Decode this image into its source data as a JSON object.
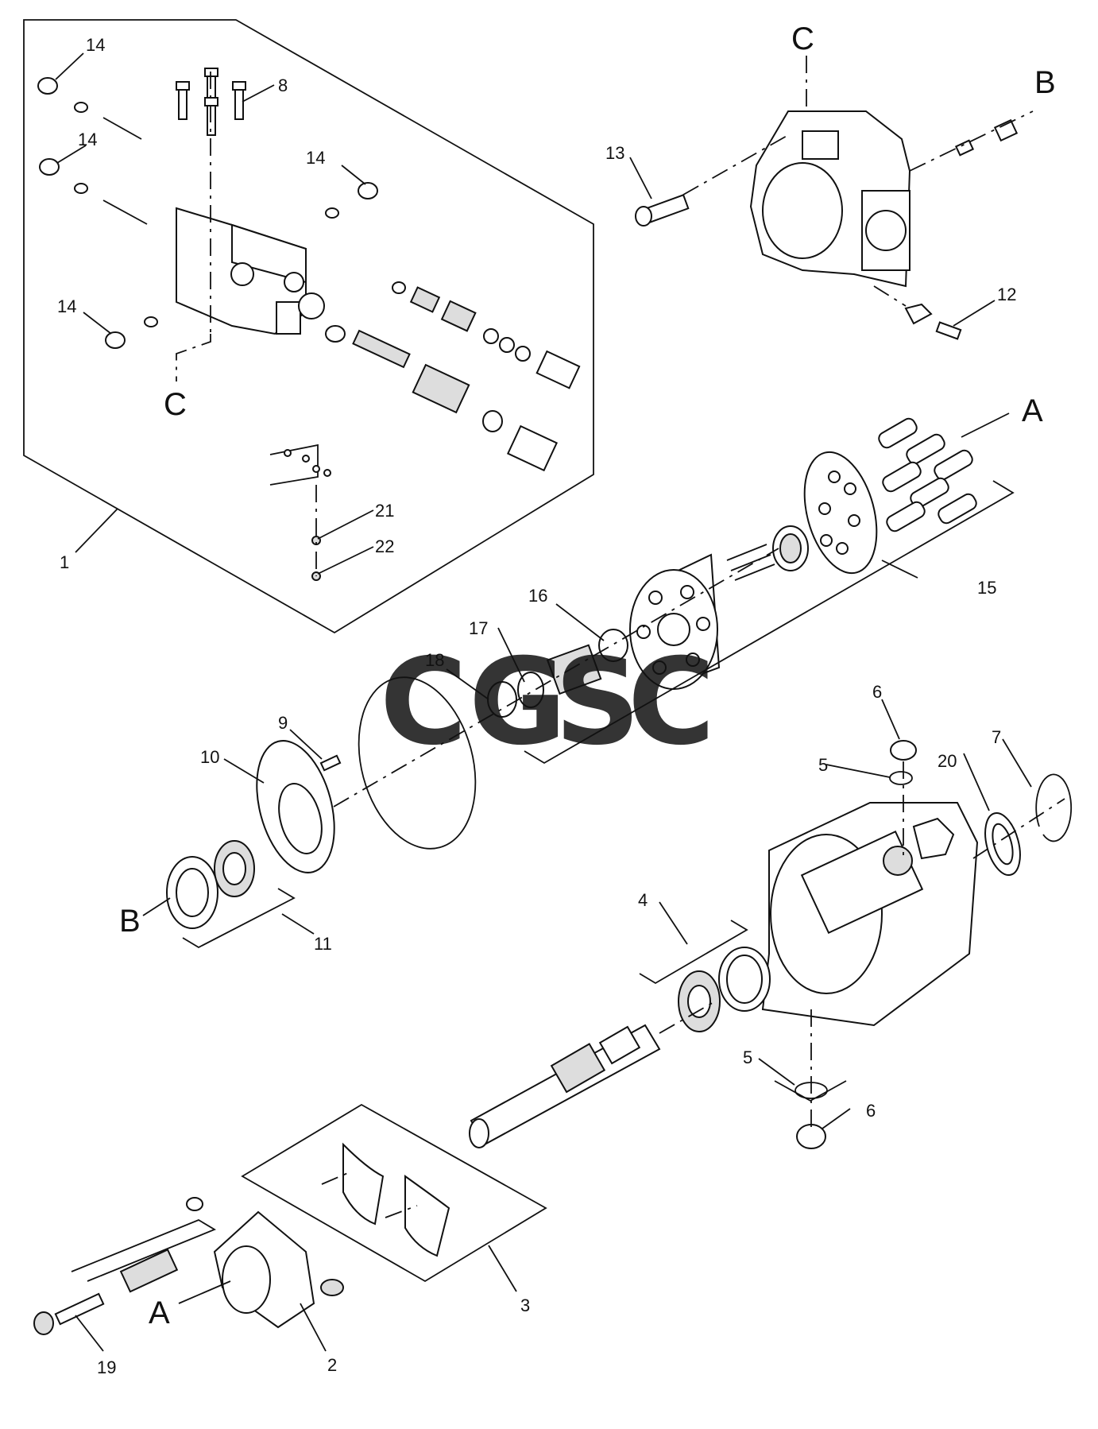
{
  "callouts": {
    "n1": "1",
    "n2": "2",
    "n3": "3",
    "n4": "4",
    "n5a": "5",
    "n5b": "5",
    "n6a": "6",
    "n6b": "6",
    "n7": "7",
    "n8": "8",
    "n9": "9",
    "n10": "10",
    "n11": "11",
    "n12": "12",
    "n13": "13",
    "n14a": "14",
    "n14b": "14",
    "n14c": "14",
    "n14d": "14",
    "n15": "15",
    "n16": "16",
    "n17": "17",
    "n18": "18",
    "n19": "19",
    "n20": "20",
    "n21": "21",
    "n22": "22"
  },
  "refs": {
    "a_top": "A",
    "a_bottom": "A",
    "b_top": "B",
    "b_left": "B",
    "c_top": "C",
    "c_left": "C"
  },
  "watermark": {
    "letters": [
      "C",
      "G",
      "S",
      "C"
    ],
    "colors": [
      "#4285F4",
      "#EA4335",
      "#FBBC05",
      "#34A853"
    ]
  }
}
